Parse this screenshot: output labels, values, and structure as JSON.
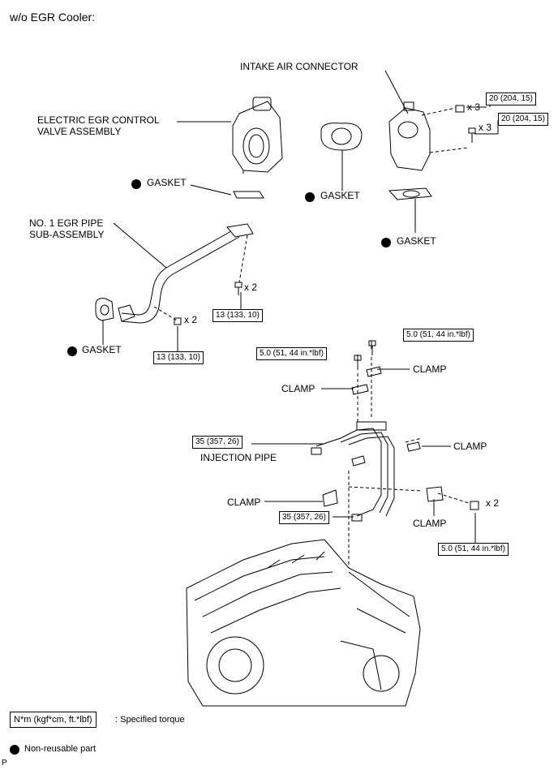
{
  "title": "w/o EGR Cooler:",
  "labels": {
    "intake_air_connector": "INTAKE AIR CONNECTOR",
    "egr_valve_line1": "ELECTRIC EGR CONTROL",
    "egr_valve_line2": "VALVE ASSEMBLY",
    "gasket_valve": "GASKET",
    "gasket_center": "GASKET",
    "gasket_connector": "GASKET",
    "gasket_pipe": "GASKET",
    "egr_pipe_line1": "NO. 1 EGR PIPE",
    "egr_pipe_line2": "SUB-ASSEMBLY",
    "clamp_top": "CLAMP",
    "clamp_left": "CLAMP",
    "clamp_right": "CLAMP",
    "clamp_lower_left": "CLAMP",
    "clamp_lower_right": "CLAMP",
    "injection_pipe": "INJECTION PIPE"
  },
  "quantities": {
    "nut_top": "x 3",
    "bolt_top": "x 3",
    "bolt_pipe": "x 2",
    "nut_pipe": "x 2",
    "nut_lower": "x 2"
  },
  "torques": {
    "connector_nut": "20 (204, 15)",
    "connector_bolt": "20 (204, 15)",
    "pipe_bolt": "13 (133, 10)",
    "pipe_nut": "13 (133, 10)",
    "clamp_bolt_right": "5.0 (51, 44 in.*lbf)",
    "clamp_bolt_left": "5.0 (51, 44 in.*lbf)",
    "injection_upper": "35 (357, 26)",
    "injection_lower": "35 (357, 26)",
    "clamp_nut_lower": "5.0 (51, 44 in.*lbf)"
  },
  "legend": {
    "torque_unit": "N*m (kgf*cm, ft.*lbf)",
    "torque_desc": ": Specified torque",
    "nonreusable_desc": "Non-reusable part"
  },
  "corner_mark": "P"
}
